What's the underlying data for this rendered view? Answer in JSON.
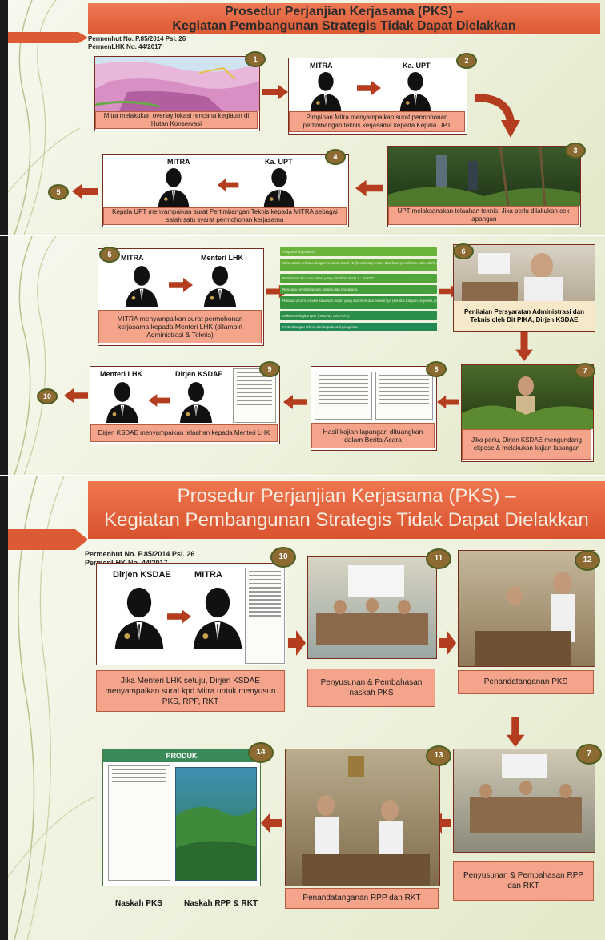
{
  "colors": {
    "accent": "#e0613a",
    "caption_bg": "#f4a48a",
    "badge": "#8c6a32",
    "arrow": "#b43c1f",
    "panel_bg": "#eef1dd"
  },
  "panel1": {
    "title_line1": "Prosedur Perjanjian Kerjasama (PKS) –",
    "title_line2": "Kegiatan Pembangunan Strategis Tidak Dapat Dielakkan",
    "regs_line1": "Permenhut No. P.85/2014 Psl. 26",
    "regs_line2": "PermenLHK No. 44/2017",
    "step_a": {
      "badge": "1",
      "caption": "Mitra melakukan overlay lokasi rencana kegiatan di Hutan Konservasi"
    },
    "step_b": {
      "badge": "2",
      "label_left": "MITRA",
      "label_right": "Ka. UPT",
      "caption": "Pimpinan Mitra menyampaikan surat permohonan pertimbangan teknis kerjasama kepada Kepala UPT"
    },
    "step_c": {
      "badge": "3",
      "caption": "UPT melaksanakan telaahan teknis, Jika perlu dilakukan cek lapangan"
    },
    "step_d": {
      "badge": "4",
      "label_left": "MITRA",
      "label_right": "Ka. UPT",
      "caption": "Kepala UPT menyampaikan surat Pertimbangan Teknis kepada MITRA sebagai salah satu syarat permohonan kerjasama"
    },
    "next_badge": "5"
  },
  "panel2": {
    "step_a": {
      "badge": "5",
      "label_left": "MITRA",
      "label_right": "Menteri LHK",
      "caption": "MITRA menyampaikan surat permohonan kerjasama kepada Menteri LHK (dilampiri Administrasi & Teknis)"
    },
    "requirements": [
      "Proposal kerjasama",
      "Citra satelit terbaru dengan resolusi detail 15 (lima belas) meter dan hasil penafsiran citra satelit (digital dan hardcopy ditandatangani pemohon)",
      "Peta letak dan luas lokasi yang dimohon skala 1 : 50.000",
      "Rencana pembangunan sarana dan prasarana",
      "Rusalat umum kondisi kawasan hutan yang dimohon dan sekitarnya (kondisi tutupan vegetasi, jenis tanaman dominan, satwa/biota satwa prioritas)",
      "Dokumen lingkungan (AMDAL, UKL-UPL)",
      "Pertimbangan teknis dari kepala unit pengelola"
    ],
    "step_b": {
      "badge": "6",
      "caption": "Penilaian Persyaratan Administrasi dan Teknis oleh Dit PIKA, Dirjen KSDAE"
    },
    "step_c": {
      "badge": "7",
      "caption": "Jika perlu, Dirjen KSDAE mengundang ekpose & melakukan kajian lapangan"
    },
    "step_d": {
      "badge": "8",
      "caption": "Hasil kajian lapangan dituangkan dalam Berita Acara"
    },
    "step_e": {
      "badge": "9",
      "label_left": "Menteri LHK",
      "label_right": "Dirjen KSDAE",
      "caption": "Dirjen KSDAE menyampaikan telaahan kepada Menteri LHK"
    },
    "next_badge": "10"
  },
  "panel3": {
    "title_line1": "Prosedur Perjanjian Kerjasama (PKS) –",
    "title_line2": "Kegiatan Pembangunan Strategis Tidak Dapat Dielakkan",
    "regs_line1": "Permenhut No. P.85/2014 Psl. 26",
    "regs_line2": "PermenLHK No. 44/2017",
    "step_a": {
      "badge": "10",
      "label_left": "Dirjen KSDAE",
      "label_right": "MITRA",
      "caption": "Jika Menteri LHK setuju, Dirjen KSDAE menyampaikan surat kpd Mitra untuk menyusun PKS, RPP, RKT"
    },
    "step_b": {
      "badge": "11",
      "caption": "Penyusunan & Pembahasan naskah PKS"
    },
    "step_c": {
      "badge": "12",
      "caption": "Penandatanganan PKS"
    },
    "step_d": {
      "badge": "7",
      "caption": "Penyusunan & Pembahasan RPP dan RKT"
    },
    "step_e": {
      "badge": "13",
      "caption": "Penandatanganan RPP dan RKT"
    },
    "step_f": {
      "badge": "14",
      "header": "PRODUK",
      "label_left": "Naskah PKS",
      "label_right": "Naskah RPP & RKT"
    }
  }
}
